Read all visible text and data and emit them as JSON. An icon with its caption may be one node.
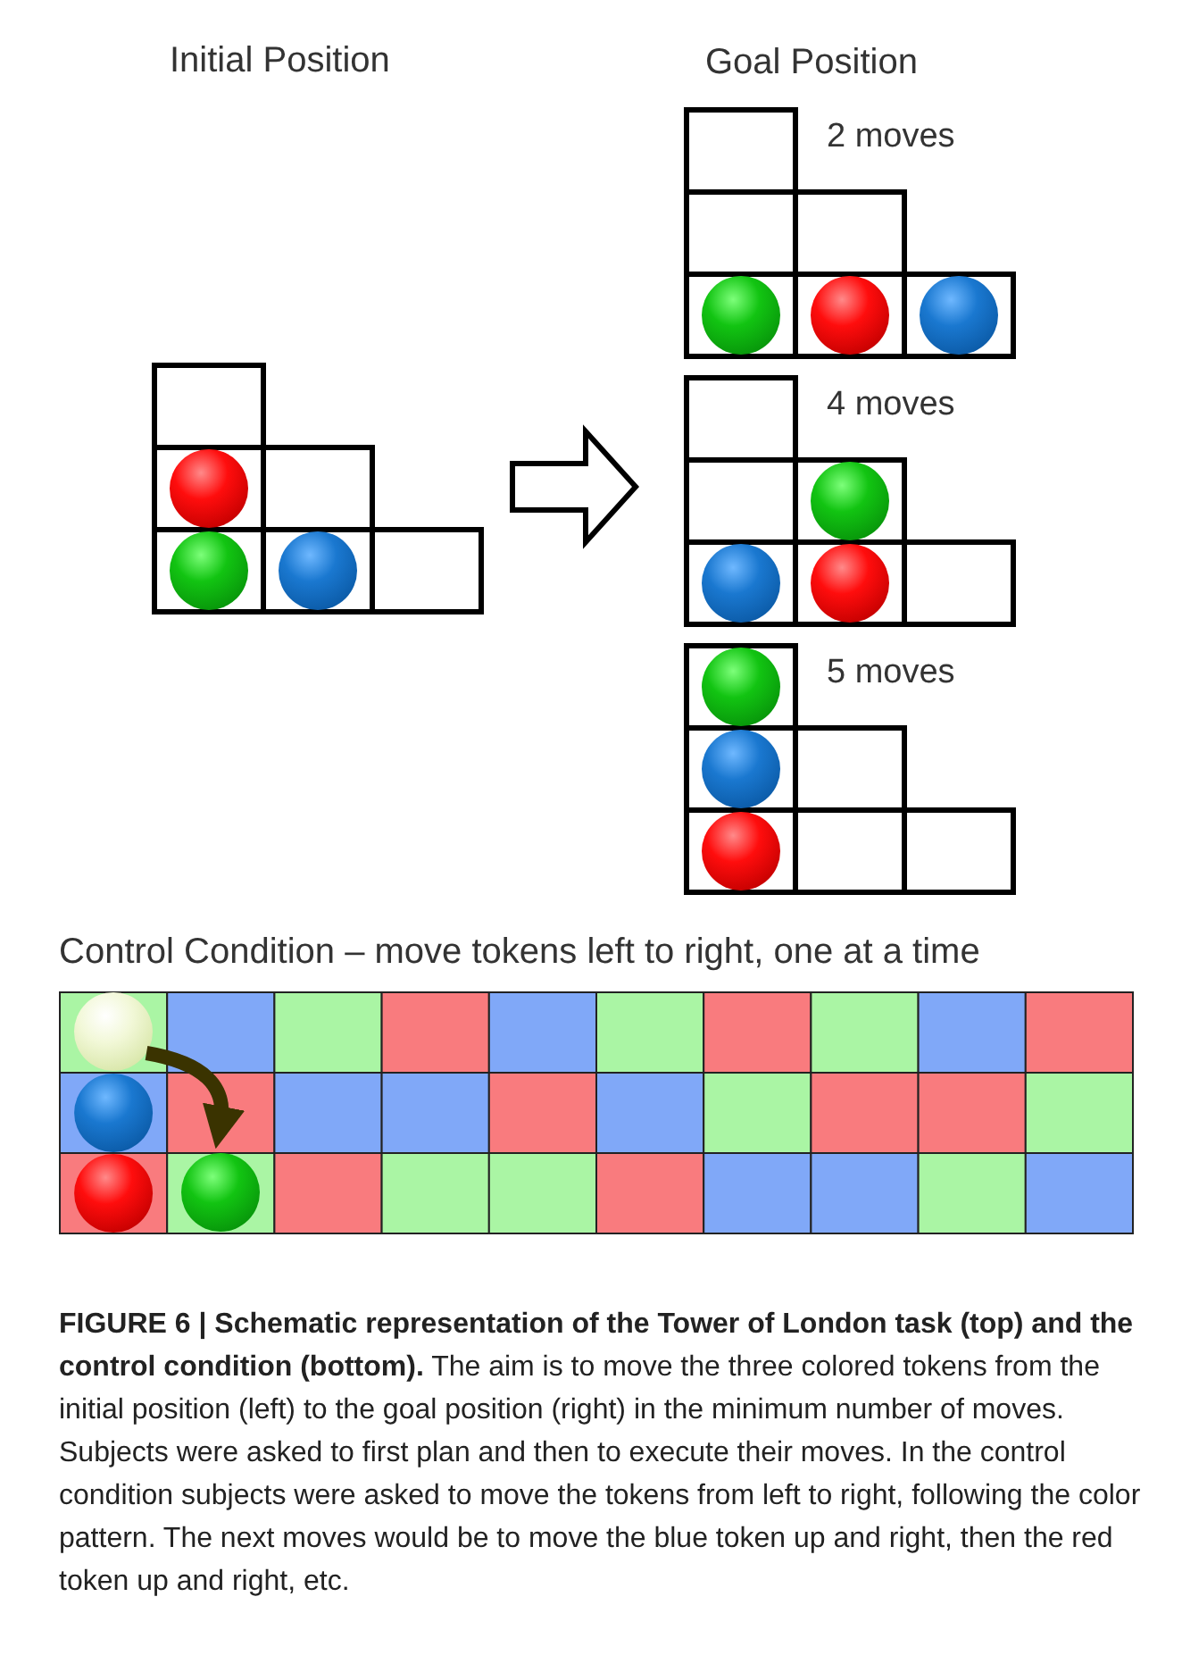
{
  "diagram": {
    "nodes": [
      {
        "text": [
          "Initial Position"
        ]
      },
      {
        "text": [
          "Goal Position"
        ]
      },
      {
        "text": [
          "2 moves"
        ],
        "in": 1
      },
      {
        "text": [
          "4 moves"
        ],
        "in": 1
      },
      {
        "text": [
          "5 moves"
        ],
        "in": 1
      },
      {
        "text": [
          "Control Condition – move tokens left to right, one at a time"
        ]
      },
      {
        "text": [],
        "shape": "circle",
        "in": 5
      },
      {
        "text": [],
        "shape": "circle",
        "in": 5
      }
    ],
    "edges": [
      {
        "from": 0,
        "to": 1,
        "arrow": "to"
      },
      {
        "from": 6,
        "to": 7,
        "arrow": "to",
        "color": "#3a3300"
      }
    ],
    "caption": "**FIGURE 6 | Schematic representation of the Tower of London task (top) and the control condition (bottom).** The aim is to move the three colored tokens from the initial position (left) to the goal position (right) in the minimum number of moves. Subjects were asked to first plan and then to execute their moves. In the control condition subjects were asked to move the tokens from left to right, following the color pattern. The next moves would be to move the blue token up and right, then the red token up and right, etc."
  }
}
